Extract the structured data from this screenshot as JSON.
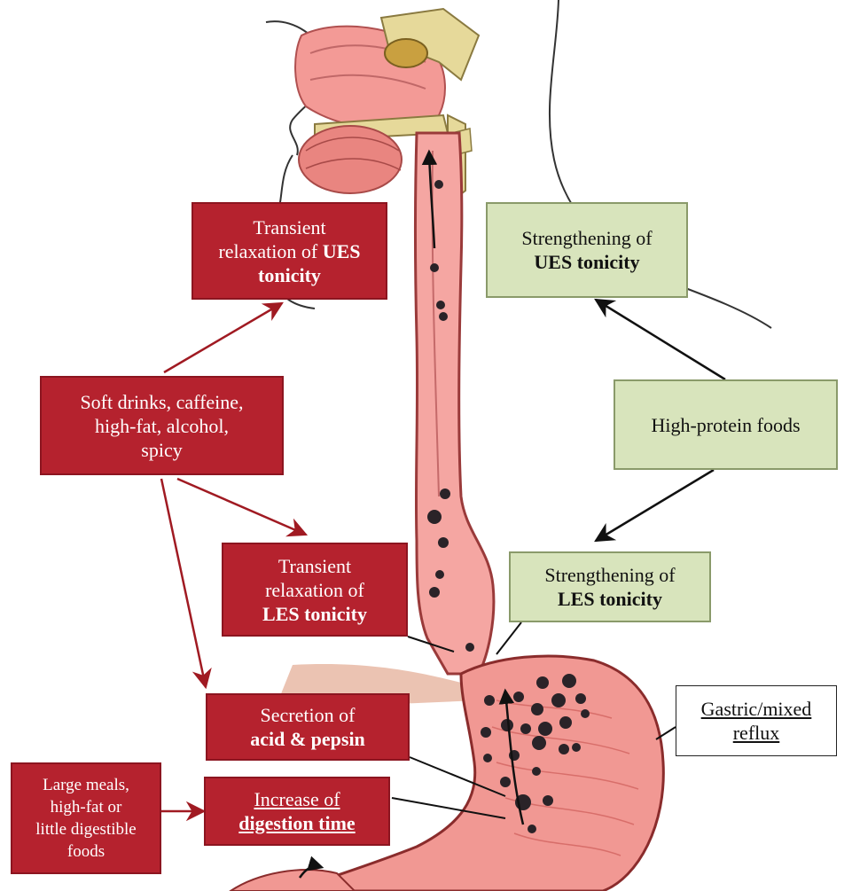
{
  "boxes": {
    "ues_relax": {
      "l1": "Transient",
      "l2a": "relaxation of ",
      "l2b": "UES",
      "l3": "tonicity"
    },
    "ues_strength": {
      "l1": "Strengthening of",
      "l2": "UES tonicity"
    },
    "soft_drinks": {
      "l1": "Soft drinks, caffeine,",
      "l2": "high-fat, alcohol,",
      "l3": "spicy"
    },
    "high_protein": {
      "l1": "High-protein foods"
    },
    "les_relax": {
      "l1": "Transient",
      "l2": "relaxation of",
      "l3": "LES tonicity"
    },
    "les_strength": {
      "l1": "Strengthening of",
      "l2a": "LES ",
      "l2b": "tonicity"
    },
    "secretion": {
      "l1": "Secretion of",
      "l2": "acid & pepsin"
    },
    "gastric_reflux": {
      "l1": "Gastric/mixed",
      "l2": "reflux"
    },
    "large_meals": {
      "l1": "Large meals,",
      "l2": "high-fat or",
      "l3": "little digestible",
      "l4": "foods"
    },
    "digestion": {
      "l1": "Increase of",
      "l2": "digestion time"
    }
  },
  "colors": {
    "red": "#b5222e",
    "green": "#d8e4bc",
    "tissue": "#f39a96",
    "bone": "#e6d99a",
    "dot": "#2a2328",
    "arrow_red": "#a01a22"
  }
}
